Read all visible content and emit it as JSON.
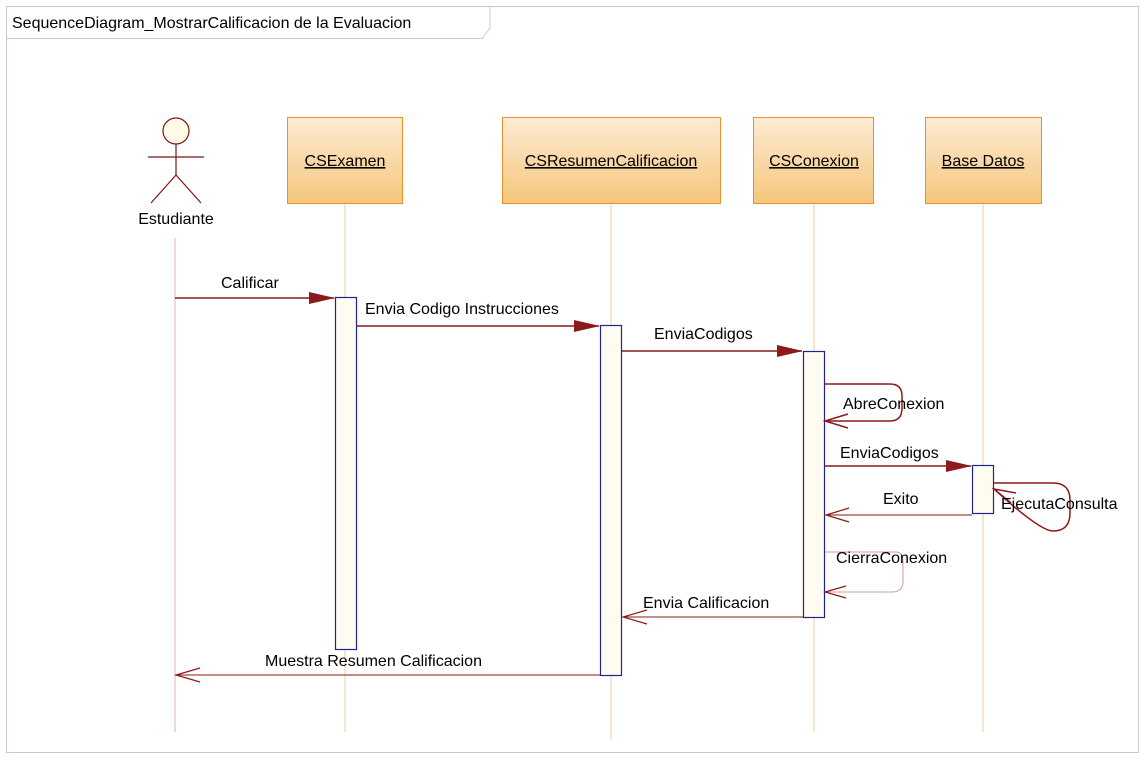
{
  "frame": {
    "title": "SequenceDiagram_MostrarCalificacion de la Evaluacion"
  },
  "actor": {
    "label": "Estudiante"
  },
  "objects": [
    {
      "label": "CSExamen"
    },
    {
      "label": "CSResumenCalificacion"
    },
    {
      "label": "CSConexion"
    },
    {
      "label": "Base Datos"
    }
  ],
  "messages": [
    {
      "label": "Calificar",
      "type": "sync"
    },
    {
      "label": "Envia Codigo Instrucciones",
      "type": "sync"
    },
    {
      "label": "EnviaCodigos",
      "type": "sync"
    },
    {
      "label": "AbreConexion",
      "type": "self"
    },
    {
      "label": "EnviaCodigos",
      "type": "sync"
    },
    {
      "label": "EjecutaConsulta",
      "type": "self"
    },
    {
      "label": "Exito",
      "type": "return"
    },
    {
      "label": "CierraConexion",
      "type": "self"
    },
    {
      "label": "Envia Calificacion",
      "type": "return"
    },
    {
      "label": "Muestra Resumen Calificacion",
      "type": "return"
    }
  ],
  "colors": {
    "frame_border": "#c8c8d6",
    "object_border": "#e8902a",
    "object_fill_top": "#fde9cf",
    "object_fill_bottom": "#f6c97e",
    "lifeline": "#f2c8a0",
    "actor_line": "#d8b0b0",
    "activation_border": "#23238e",
    "activation_fill": "#fefcf0",
    "message": "#8b1a1a",
    "actor_stroke": "#7a1616",
    "actor_head": "#fffbe6"
  }
}
